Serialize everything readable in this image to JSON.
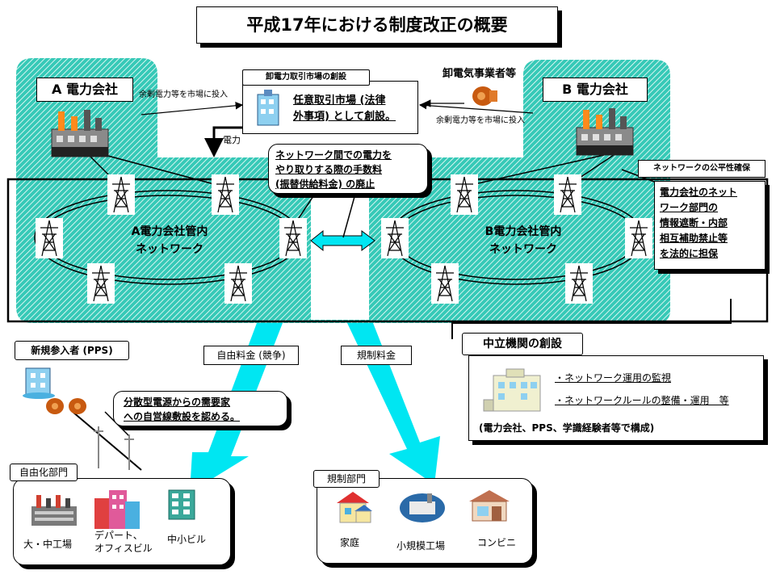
{
  "title": "平成17年における制度改正の概要",
  "company_a": "A 電力会社",
  "company_b": "B 電力会社",
  "market": {
    "tab": "卸電力取引市場の創設",
    "line1": "任意取引市場 (法律",
    "line2": "外事項) として創設。"
  },
  "wholesale": "卸電気事業者等",
  "surplus_a": "余剰電力等を市場に投入",
  "surplus_b": "余剰電力等を市場に投入",
  "power_label": "電力",
  "fee_callout": {
    "line1": "ネットワーク間での電力を",
    "line2": "やり取りする際の手数料",
    "line3": "(振替供給料金) の廃止"
  },
  "network_a": {
    "line1": "A電力会社管内",
    "line2": "ネットワーク"
  },
  "network_b": {
    "line1": "B電力会社管内",
    "line2": "ネットワーク"
  },
  "fairness": {
    "tab": "ネットワークの公平性確保",
    "line1": "電力会社のネット",
    "line2": "ワーク部門の",
    "line3": "情報遮断・内部",
    "line4": "相互補助禁止等",
    "line5": "を法的に担保"
  },
  "pps_label": "新規参入者 (PPS)",
  "free_rate": "自由料金 (競争)",
  "regulated_rate": "規制料金",
  "neutral": {
    "tab": "中立機関の創設",
    "item1": "・ネットワーク運用の監視",
    "item2": "・ネットワークルールの整備・運用　等",
    "note": "(電力会社、PPS、学識経験者等で構成)"
  },
  "distributed_callout": {
    "line1": "分散型電源からの需要家",
    "line2": "への自営線敷設を認める。"
  },
  "liberalized": {
    "tab": "自由化部門",
    "items": [
      "大・中工場",
      "デパート、\nオフィスビル",
      "中小ビル"
    ]
  },
  "regulated": {
    "tab": "規制部門",
    "items": [
      "家庭",
      "小規模工場",
      "コンビニ"
    ]
  },
  "colors": {
    "teal": "#2ec4b6",
    "cyan": "#00e0f0",
    "dark": "#000000"
  },
  "icons": [
    "factory-icon",
    "transmission-tower-icon",
    "building-icon",
    "generator-icon",
    "house-icon",
    "store-icon"
  ]
}
